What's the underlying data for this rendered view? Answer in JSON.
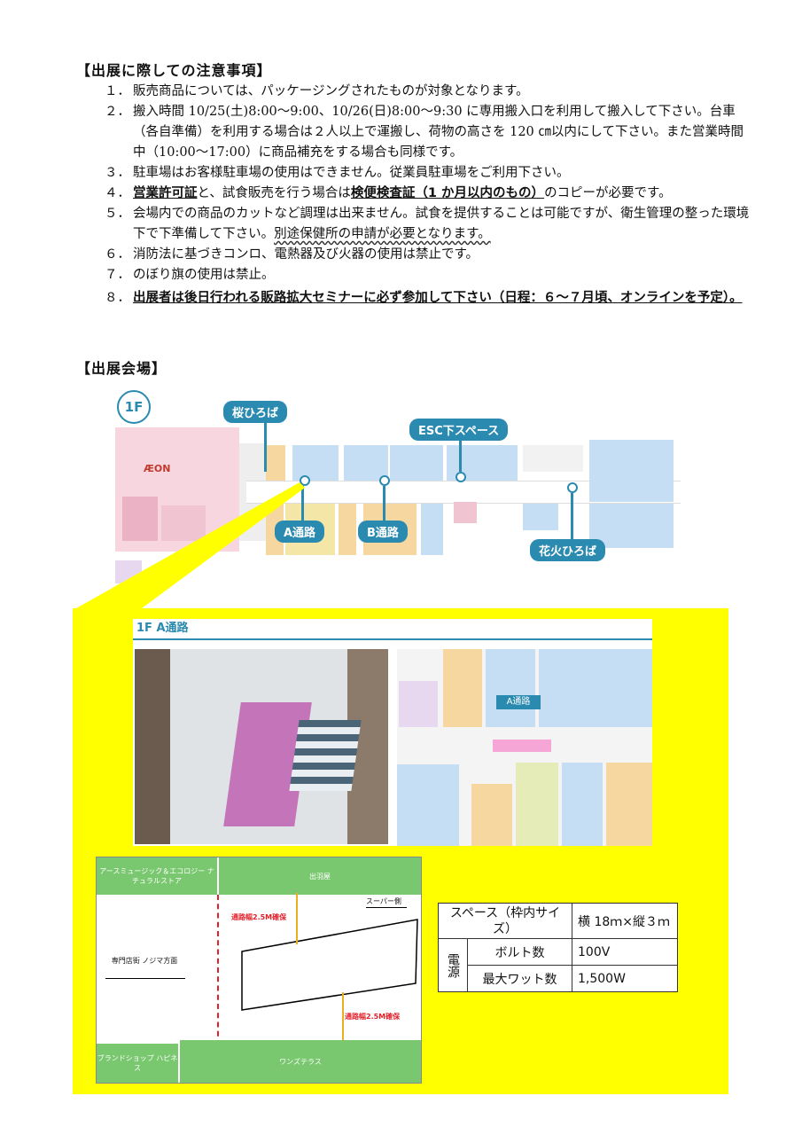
{
  "notes": {
    "heading": "【出展に際しての注意事項】",
    "items": [
      {
        "num": "１．",
        "text": "販売商品については、パッケージングされたものが対象となります。"
      },
      {
        "num": "２．",
        "text": "搬入時間 10/25(土)8:00～9:00、10/26(日)8:00～9:30 に専用搬入口を利用して搬入して下さい。台車（各自準備）を利用する場合は２人以上で運搬し、荷物の高さを 120 ㎝以内にして下さい。また営業時間中（10:00～17:00）に商品補充をする場合も同様です。"
      },
      {
        "num": "３．",
        "text": "駐車場はお客様駐車場の使用はできません。従業員駐車場をご利用下さい。"
      },
      {
        "num": "４．",
        "part1": "営業許可証",
        "part2": "と、試食販売を行う場合は",
        "part3": "検便検査証（1 か月以内のもの）",
        "part4": "のコピーが必要です。"
      },
      {
        "num": "５．",
        "part1": "会場内での商品のカットなど調理は出来ません。試食を提供することは可能ですが、衛生管理の整った環境下で下準備して下さい。",
        "part2": "別途保健所の申請が必要となります。"
      },
      {
        "num": "６．",
        "text": "消防法に基づきコンロ、電熱器及び火器の使用は禁止です。"
      },
      {
        "num": "７．",
        "text": "のぼり旗の使用は禁止。"
      },
      {
        "num": "８．",
        "text": "出展者は後日行われる販路拡大セミナーに必ず参加して下さい（日程：６～７月頃、オンラインを予定）。"
      }
    ]
  },
  "venue": {
    "heading": "【出展会場】",
    "floor": "1F",
    "store_logo": "ÆON",
    "labels": {
      "sakura": "桜ひろば",
      "esc": "ESC下スペース",
      "a": "A通路",
      "b": "B通路",
      "hanabi": "花火ひろば"
    }
  },
  "detail": {
    "title": "1F A通路",
    "pin_label": "A通路"
  },
  "diagram": {
    "top_left_store": "アースミュージック＆エコロジー ナチュラルストア",
    "top_store": "出羽屋",
    "direction_super": "スーパー側",
    "left_direction": "専門店街 ノジマ方面",
    "width_note_top": "通路幅2.5M確保",
    "width_note_bottom": "通路幅2.5M確保",
    "bottom_left_store": "ブランドショップ ハピネス",
    "bottom_store": "ワンズテラス"
  },
  "spec_table": {
    "space_label": "スペース（枠内サイズ）",
    "space_value": "横 18ｍ×縦３ｍ",
    "power_label": "電源",
    "volt_label": "ボルト数",
    "volt_value": "100V",
    "watt_label": "最大ワット数",
    "watt_value": "1,500W"
  }
}
